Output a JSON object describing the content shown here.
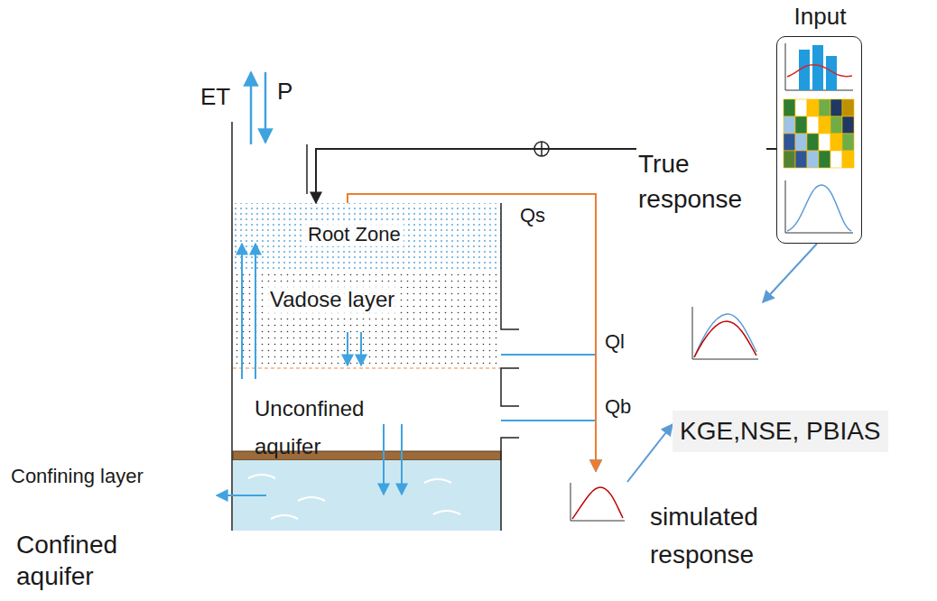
{
  "diagram": {
    "nodes": [
      {
        "text": [
          "Input"
        ]
      },
      {
        "text": [
          "Root Zone"
        ]
      },
      {
        "text": [
          "Vadose layer"
        ]
      },
      {
        "text": [
          "Unconfined aquifer"
        ]
      },
      {
        "text": [
          "Confined aquifer"
        ]
      },
      {
        "text": [
          "KGE,NSE, PBIAS"
        ]
      },
      {
        "text": [
          "simulated response"
        ]
      }
    ],
    "edges": [
      {
        "from": 0,
        "to": 1,
        "arrow": "to"
      },
      {
        "from": 1,
        "to": 6,
        "label": "Qs",
        "arrow": "to"
      },
      {
        "from": 2,
        "to": 6,
        "label": "Ql",
        "arrow": "to"
      },
      {
        "from": 3,
        "to": 6,
        "label": "Qb",
        "arrow": "to"
      },
      {
        "from": 0,
        "to": 5,
        "label": "True response",
        "arrow": "to"
      },
      {
        "from": 6,
        "to": 5,
        "arrow": "to"
      }
    ],
    "labels": [
      "ET",
      "P",
      "Confining layer"
    ]
  }
}
